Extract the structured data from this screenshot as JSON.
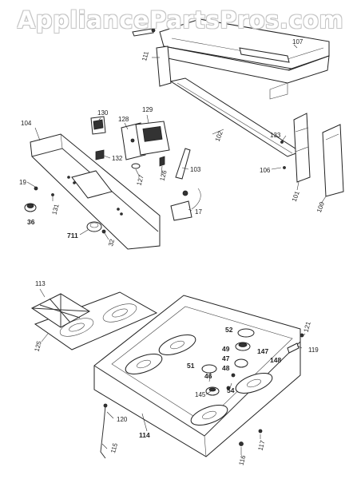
{
  "watermark": "AppliancePartsPros.com",
  "callouts": {
    "c100": "100",
    "c101": "101",
    "c102": "102",
    "c103": "103",
    "c104": "104",
    "c106": "106",
    "c107": "107",
    "c111": "111",
    "c113": "113",
    "c114": "114",
    "c115": "115",
    "c116": "116",
    "c117": "117",
    "c119": "119",
    "c120": "120",
    "c121": "121",
    "c125": "125",
    "c126": "126",
    "c127": "127",
    "c128": "128",
    "c129": "129",
    "c130": "130",
    "c131": "131",
    "c132": "132",
    "c133": "133",
    "c145": "145",
    "c147": "147",
    "c148": "148",
    "c17": "17",
    "c19": "19",
    "c32": "32",
    "c36": "36",
    "c46": "46",
    "c47": "47",
    "c48": "48",
    "c49": "49",
    "c51": "51",
    "c52": "52",
    "c54": "54",
    "c711": "711"
  }
}
